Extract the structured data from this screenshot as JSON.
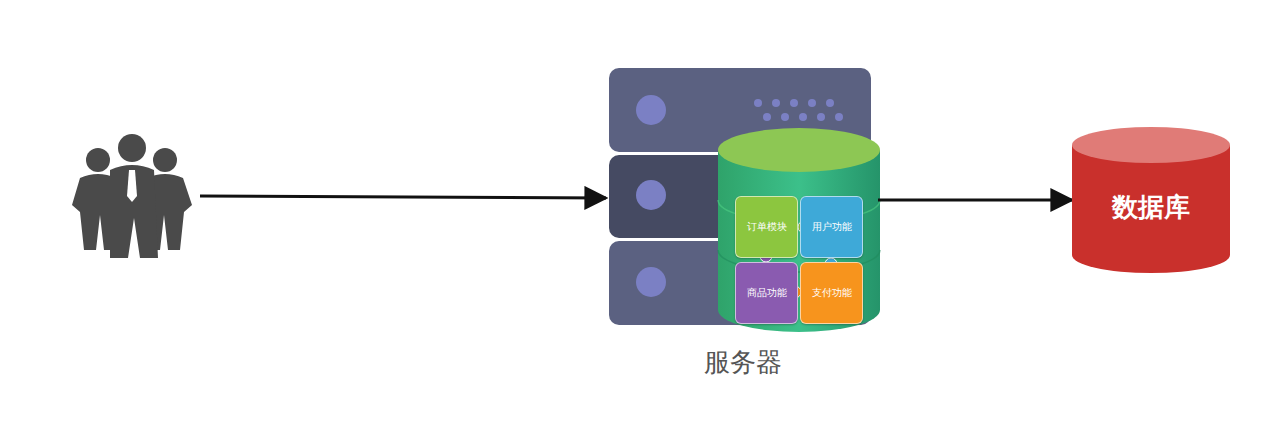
{
  "diagram": {
    "nodes": [
      {
        "text": [
          "服务器"
        ]
      },
      {
        "text": [
          "订单模块"
        ],
        "in": 0
      },
      {
        "text": [
          "用户功能"
        ],
        "in": 0
      },
      {
        "text": [
          "商品功能"
        ],
        "in": 0
      },
      {
        "text": [
          "支付功能"
        ],
        "in": 0
      },
      {
        "text": [
          "数据库"
        ]
      }
    ],
    "edges": [
      {
        "from": 0,
        "to": 5,
        "arrow": "to"
      }
    ]
  }
}
